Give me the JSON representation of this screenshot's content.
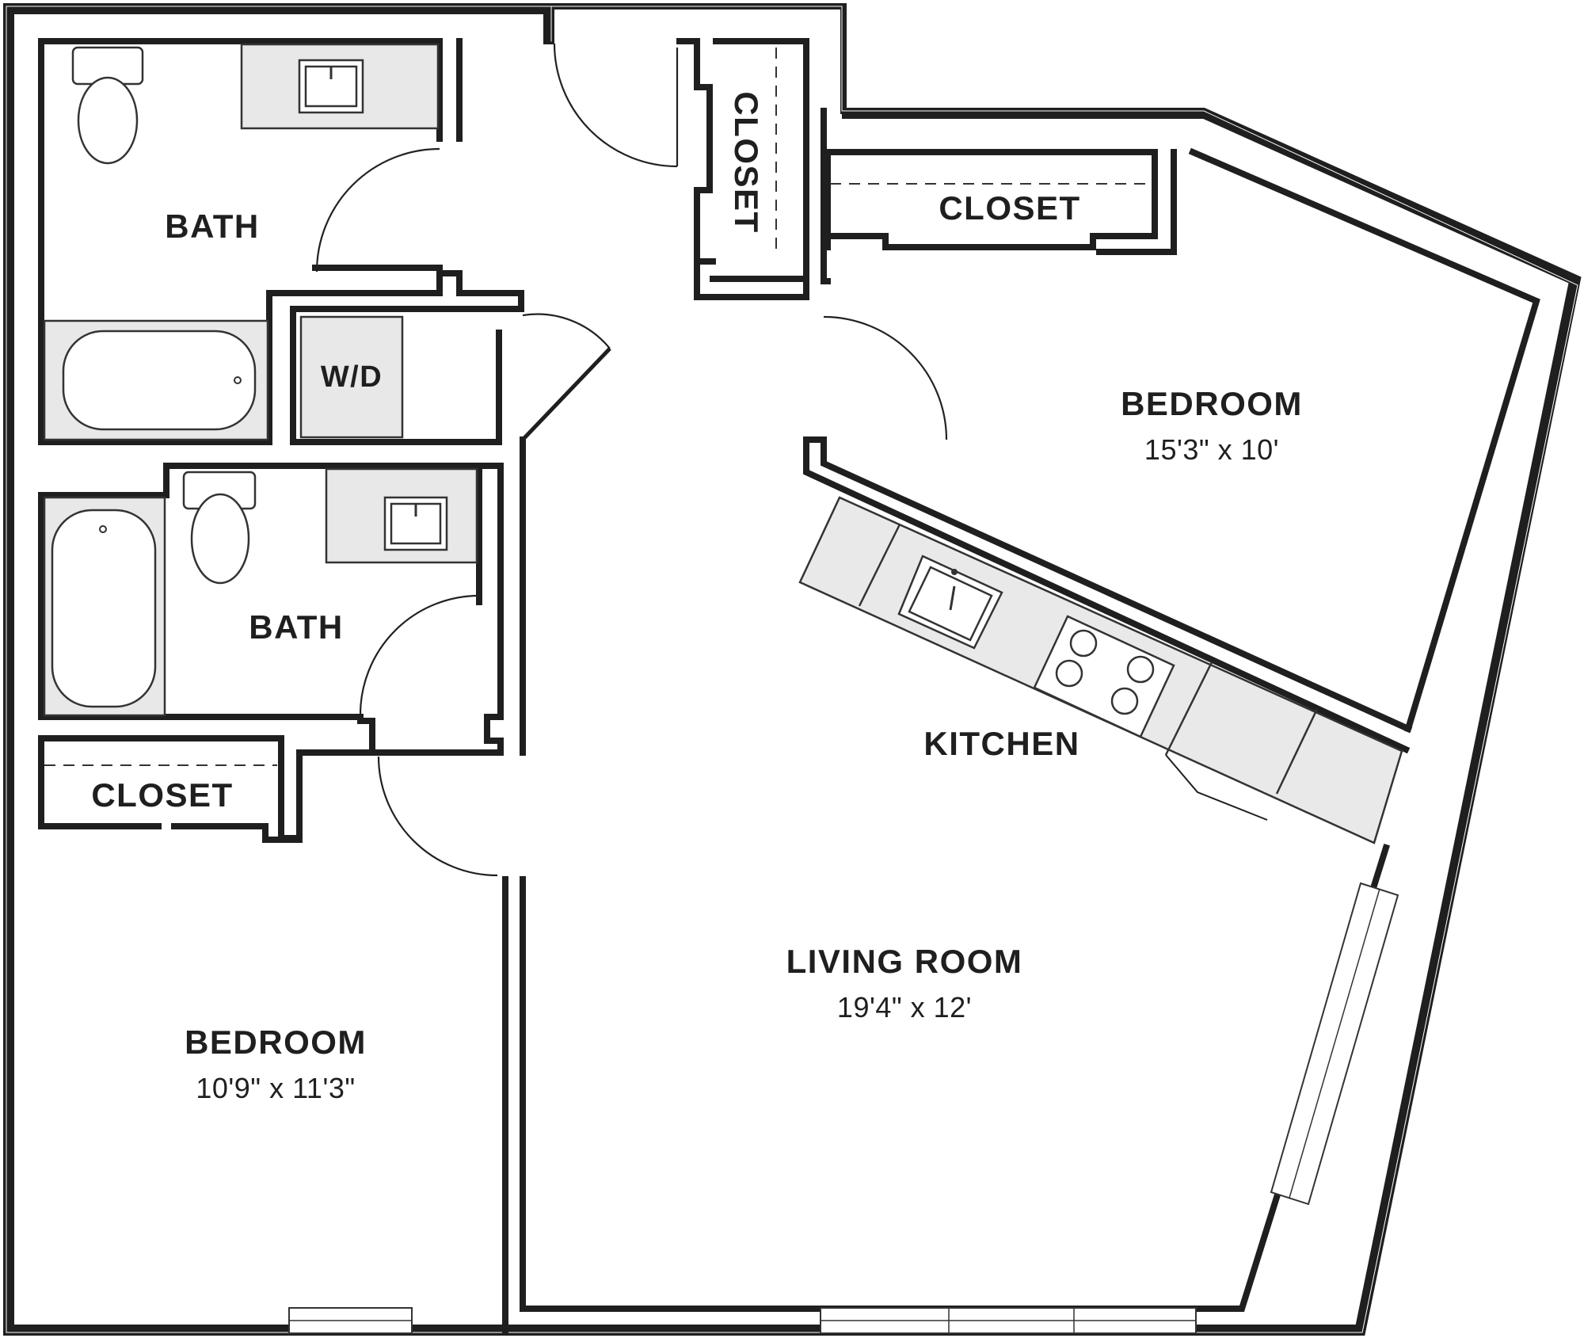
{
  "rooms": {
    "bath_upper": {
      "name": "BATH"
    },
    "bath_lower": {
      "name": "BATH"
    },
    "washer_dryer": {
      "name": "W/D"
    },
    "closet_hall": {
      "name": "CLOSET"
    },
    "closet_bedroom_upper": {
      "name": "CLOSET"
    },
    "closet_bedroom_lower": {
      "name": "CLOSET"
    },
    "bedroom_upper": {
      "name": "BEDROOM",
      "dimensions": "15'3\" x 10'"
    },
    "bedroom_lower": {
      "name": "BEDROOM",
      "dimensions": "10'9\" x 11'3\""
    },
    "kitchen": {
      "name": "KITCHEN"
    },
    "living_room": {
      "name": "LIVING ROOM",
      "dimensions": "19'4\" x 12'"
    }
  }
}
